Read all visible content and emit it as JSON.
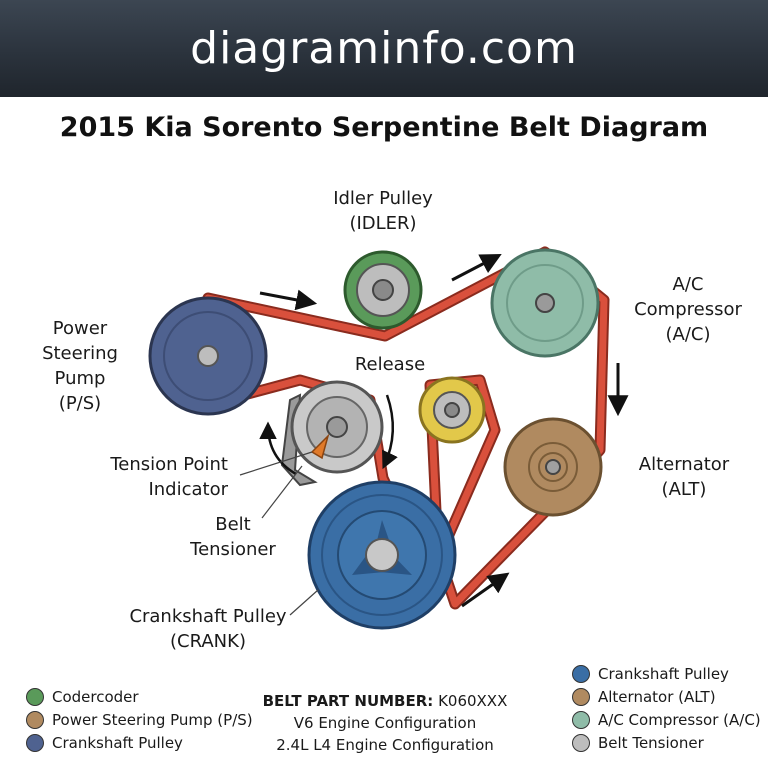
{
  "banner": {
    "site": "diagraminfo.com"
  },
  "title": "2015 Kia Sorento Serpentine Belt Diagram",
  "labels": {
    "idler": [
      "Idler Pulley",
      "(IDLER)"
    ],
    "ac": [
      "A/C",
      "Compressor",
      "(A/C)"
    ],
    "ps": [
      "Power",
      "Steering",
      "Pump",
      "(P/S)"
    ],
    "release": "Release",
    "tension_point": [
      "Tension Point",
      "Indicator"
    ],
    "belt_tensioner": [
      "Belt",
      "Tensioner"
    ],
    "alternator": [
      "Alternator",
      "(ALT)"
    ],
    "crank": [
      "Crankshaft Pulley",
      "(CRANK)"
    ]
  },
  "legend_left": [
    {
      "label": "Codercoder",
      "color": "#5a9a5a"
    },
    {
      "label": "Power Steering Pump (P/S)",
      "color": "#b08a60"
    },
    {
      "label": "Crankshaft Pulley",
      "color": "#4f6290"
    }
  ],
  "legend_right": [
    {
      "label": "Crankshaft Pulley",
      "color": "#3a6ea5"
    },
    {
      "label": "Alternator (ALT)",
      "color": "#b08a60"
    },
    {
      "label": "A/C Compressor (A/C)",
      "color": "#8fbca8"
    },
    {
      "label": "Belt Tensioner",
      "color": "#bdbdbd"
    }
  ],
  "part": {
    "prefix": "BELT PART NUMBER:",
    "number": "K060XXX",
    "line2": "V6 Engine Configuration",
    "line3": "2.4L L4 Engine Configuration"
  },
  "colors": {
    "belt": "#d9503c",
    "idler": "#5a9a5a",
    "ps": "#4f6290",
    "ac": "#8fbca8",
    "alternator": "#b08a60",
    "crank": "#3a6ea5",
    "small_idler": "#e2c84a",
    "tensioner": "#bdbdbd"
  }
}
